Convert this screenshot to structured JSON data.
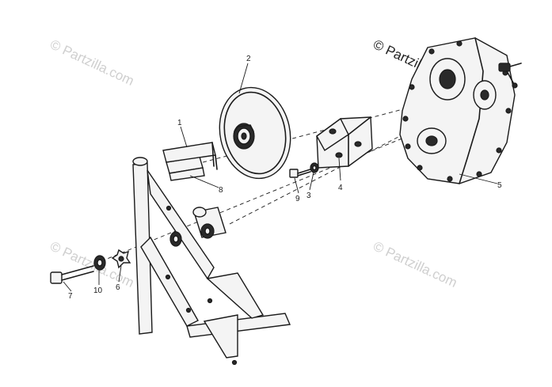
{
  "watermark": {
    "text": "© Partzilla.com"
  },
  "callouts": [
    {
      "id": "1",
      "label": "1"
    },
    {
      "id": "2",
      "label": "2"
    },
    {
      "id": "3",
      "label": "3"
    },
    {
      "id": "4",
      "label": "4"
    },
    {
      "id": "5",
      "label": "5"
    },
    {
      "id": "6",
      "label": "6"
    },
    {
      "id": "7",
      "label": "7"
    },
    {
      "id": "8",
      "label": "8"
    },
    {
      "id": "9",
      "label": "9"
    },
    {
      "id": "10",
      "label": "10"
    }
  ]
}
